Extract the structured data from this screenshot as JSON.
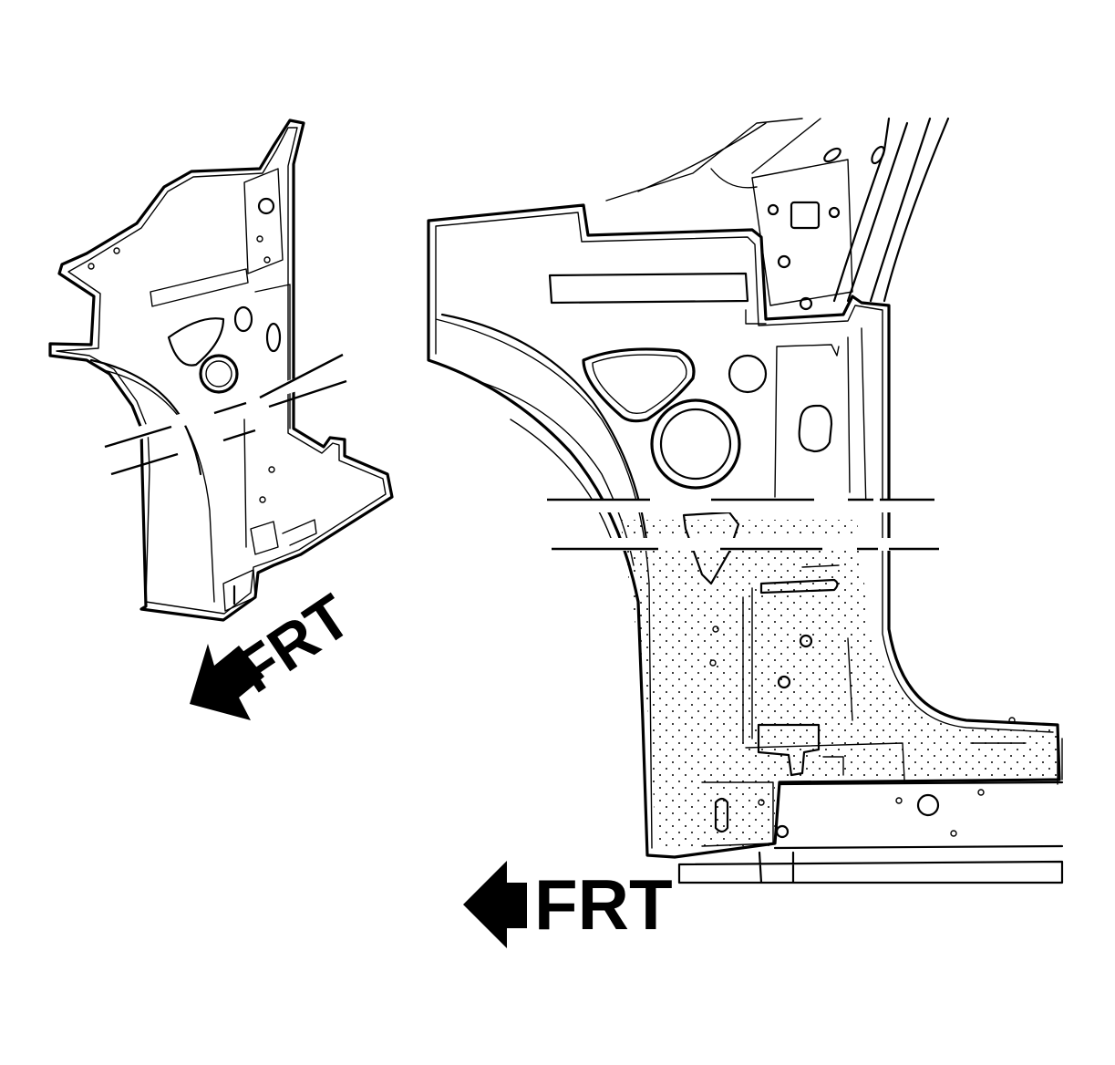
{
  "illustration": {
    "views": [
      {
        "name": "small-view",
        "direction_label": "FRT"
      },
      {
        "name": "detail-view",
        "direction_label": "FRT"
      }
    ]
  }
}
